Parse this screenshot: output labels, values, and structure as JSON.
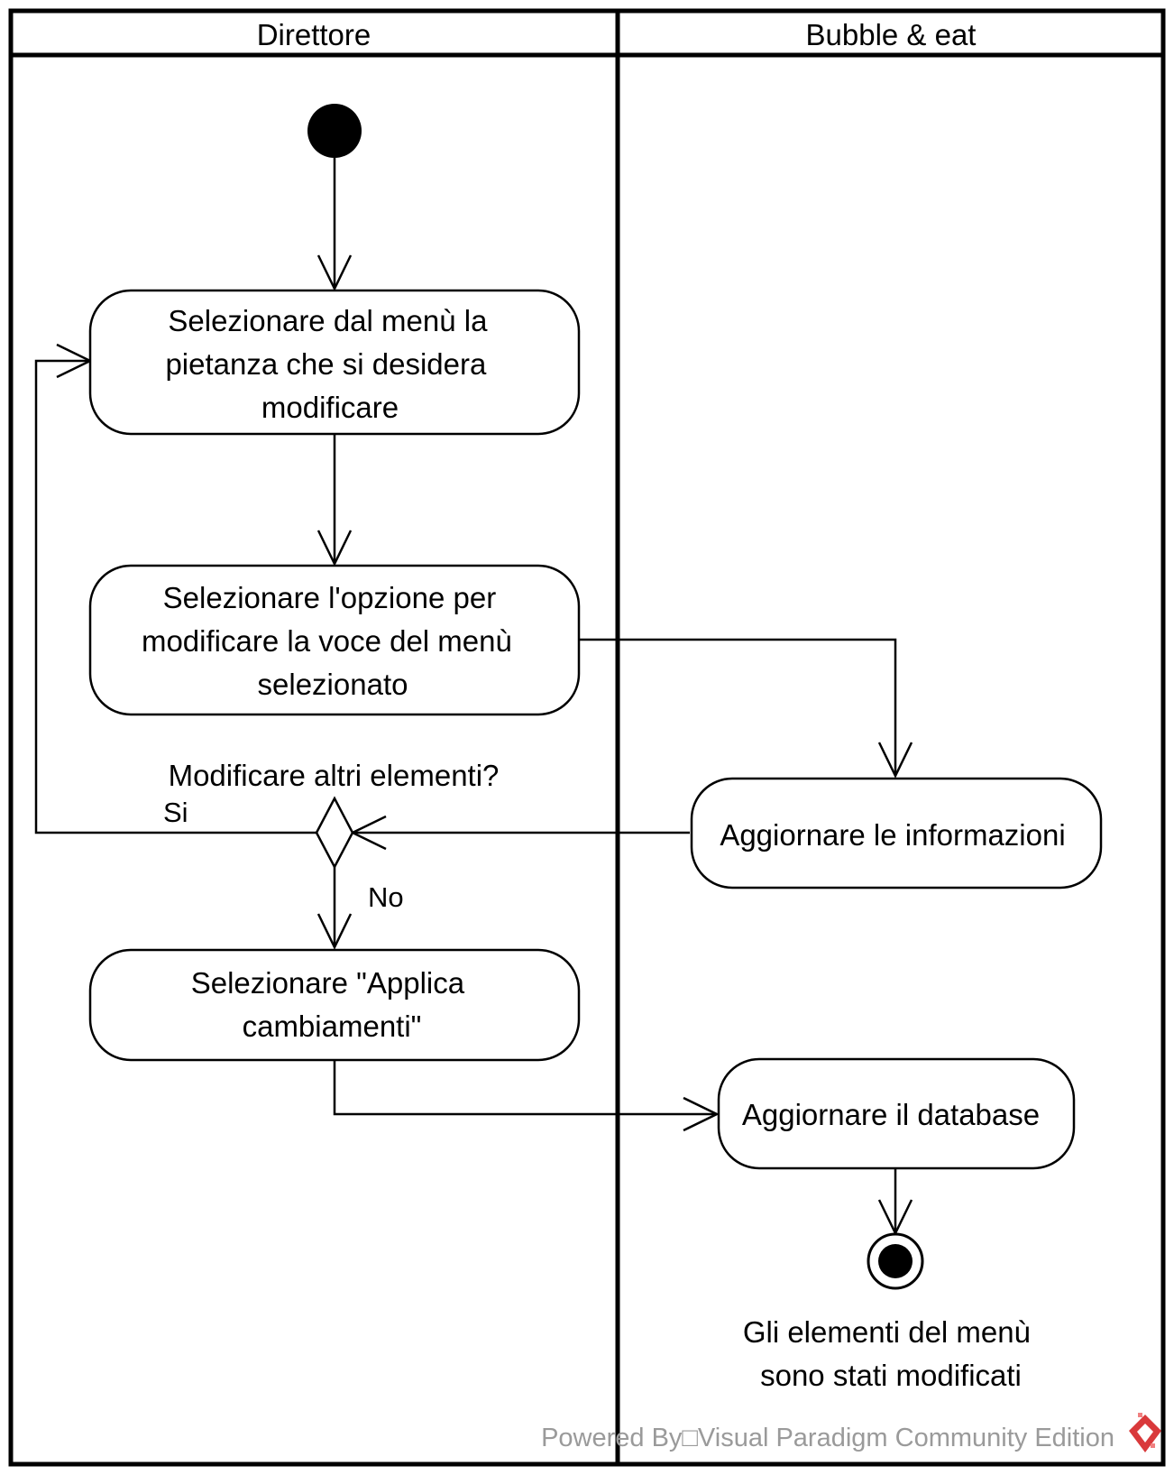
{
  "lanes": {
    "left_title": "Direttore",
    "right_title": "Bubble & eat"
  },
  "actions": {
    "select_dish": [
      "Selezionare dal menù la",
      "pietanza che si desidera",
      "modificare"
    ],
    "select_option": [
      "Selezionare l'opzione per",
      "modificare la voce del menù",
      "selezionato"
    ],
    "update_info": [
      "Aggiornare le informazioni"
    ],
    "apply_changes": [
      "Selezionare \"Applica",
      "cambiamenti\""
    ],
    "update_db": [
      "Aggiornare il database"
    ]
  },
  "decision": {
    "question": "Modificare altri elementi?",
    "yes_label": "Si",
    "no_label": "No"
  },
  "final_note": [
    "Gli elementi del menù",
    "sono stati modificati"
  ],
  "watermark": "Powered By□Visual Paradigm Community Edition"
}
